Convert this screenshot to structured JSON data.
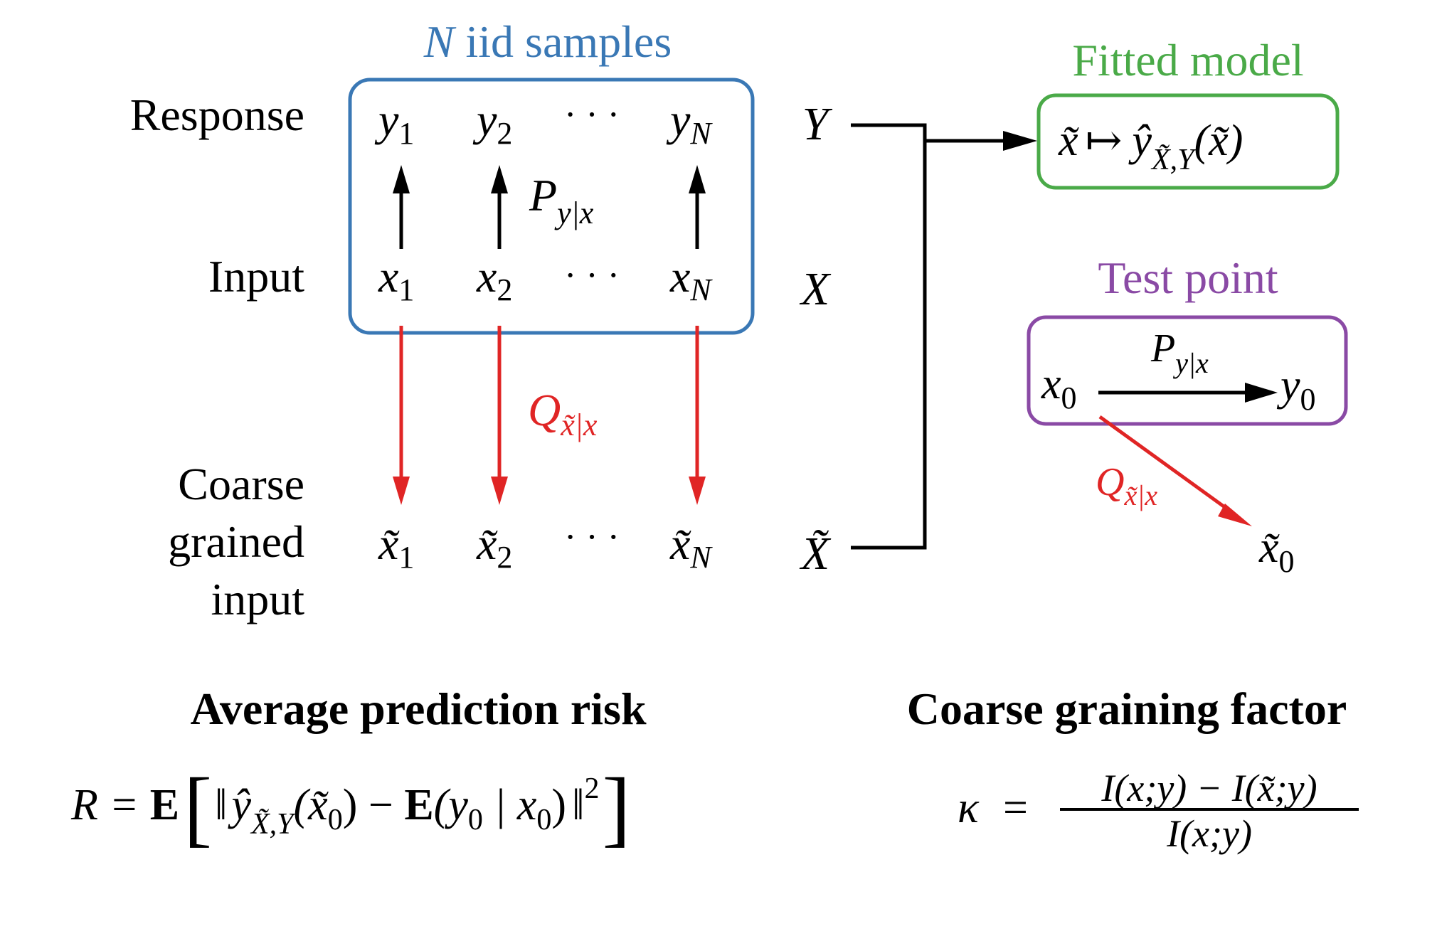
{
  "labels": {
    "samples_title_n": "N",
    "samples_title_rest": " iid samples",
    "fitted_model_title": "Fitted model",
    "test_point_title": "Test point",
    "row_response": "Response",
    "row_input": "Input",
    "row_coarse_line1": "Coarse",
    "row_coarse_line2": "grained",
    "row_coarse_line3": "input",
    "average_risk_title": "Average prediction risk",
    "coarse_factor_title": "Coarse graining factor"
  },
  "symbols": {
    "y": "y",
    "x": "x",
    "x_tilde": "x̃",
    "sub_1": "1",
    "sub_2": "2",
    "sub_N": "N",
    "sub_0": "0",
    "ellipsis": "· · ·",
    "Y": "Y",
    "X": "X",
    "X_tilde": "X̃",
    "P": "P",
    "P_sub": "y|x",
    "Q": "Q",
    "Q_sub": "x̃|x",
    "maps_to": "↦",
    "y_hat": "ŷ",
    "fit_sub": "X̃,Y",
    "fit_arg": "(x̃)"
  },
  "formulas": {
    "risk_lhs": "R = ",
    "risk_E": "E",
    "risk_open": "[",
    "risk_norm_open": "‖",
    "risk_yhat": "ŷ",
    "risk_sub": "X̃,Y",
    "risk_arg": "(x̃",
    "risk_arg_sub": "0",
    "risk_arg_close": ")",
    "risk_minus": " − ",
    "risk_E2": "E",
    "risk_cond": "(y",
    "risk_cond_sub1": "0",
    "risk_cond_bar": " | x",
    "risk_cond_sub2": "0",
    "risk_cond_close": ")",
    "risk_norm_close": "‖",
    "risk_pow": "2",
    "risk_close": "]",
    "kappa": "κ",
    "kappa_eq": "=",
    "kappa_numerator": "I(x;y) − I(x̃;y)",
    "kappa_denominator": "I(x;y)"
  },
  "colors": {
    "samples_box": "#3a78b5",
    "fitted_box": "#4aaa48",
    "test_box": "#8a4aa5",
    "coarse_arrow": "#e02525",
    "ink": "#000000"
  }
}
